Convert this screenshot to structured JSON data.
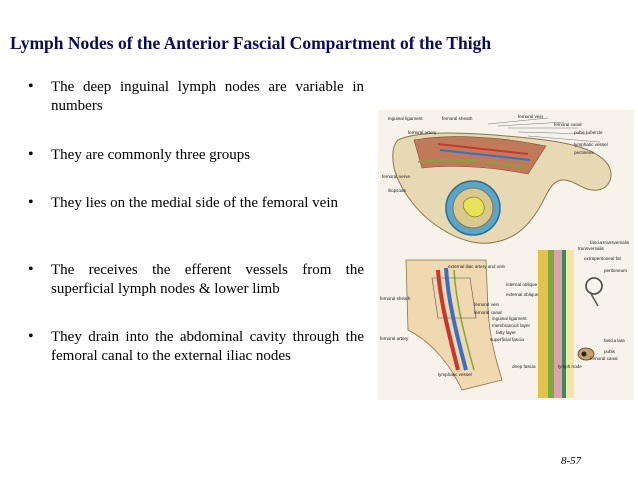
{
  "slide": {
    "title": "Lymph Nodes of the Anterior Fascial Compartment of the Thigh",
    "bullets": [
      "The deep inguinal lymph nodes are variable in numbers",
      "They are commonly three groups",
      "They lies on the medial side of the femoral vein",
      "The receives the efferent vessels from the superficial lymph nodes & lower limb",
      "They drain into the abdominal cavity through the femoral canal to the external iliac nodes"
    ],
    "page_number": "8-57"
  },
  "figure": {
    "top_labels": [
      "inguinal ligament",
      "femoral sheath",
      "femoral vein",
      "femoral canal",
      "pubic tubercle",
      "lymphatic vessel",
      "pectineus",
      "femoral nerve",
      "iliopsoas",
      "femoral artery"
    ],
    "bottom_left_labels": [
      "external iliac artery and vein",
      "femoral sheath",
      "femoral artery",
      "femoral vein",
      "femoral canal",
      "lymphatic vessel"
    ],
    "bottom_right_labels": [
      "transversalis",
      "fascia transversalis",
      "extraperitoneal fat",
      "peritoneum",
      "internal oblique",
      "external oblique",
      "inguinal ligament",
      "membranous layer",
      "fatty layer",
      "superficial fascia",
      "deep fascia",
      "lymph node",
      "femoral canal",
      "pubis",
      "fascia lata"
    ]
  },
  "colors": {
    "title": "#0a0a5a",
    "figure_bg": "#f7f3ea",
    "bone": "#e8d9b5",
    "artery": "#c8372d",
    "vein": "#3a6fc4",
    "muscle": "#c07a5a",
    "lymph": "#7fa83a"
  }
}
